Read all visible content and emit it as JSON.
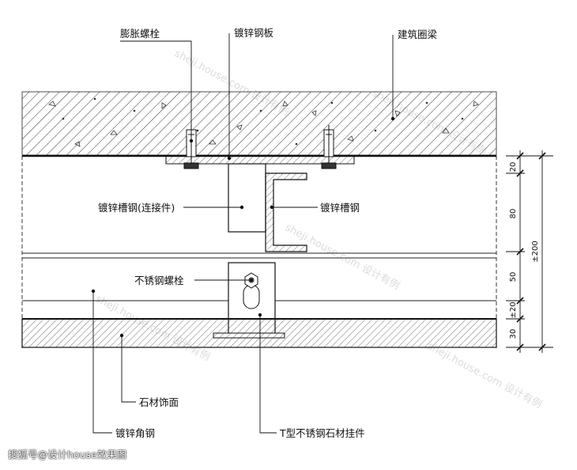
{
  "labels": {
    "expansion_bolt": "膨胀螺栓",
    "galv_plate": "镀锌钢板",
    "ring_beam": "建筑圈梁",
    "connector": "镀锌槽钢(连接件)",
    "channel": "镀锌槽钢",
    "ss_bolt": "不锈钢螺栓",
    "stone_face": "石材饰面",
    "angle_steel": "镀锌角钢",
    "t_hanger": "T型不锈钢石材挂件"
  },
  "dimensions": {
    "d1": "20",
    "d2": "80",
    "d3": "50",
    "d4": "±20",
    "d5": "30",
    "total": "±200"
  },
  "watermark": "sheji.house.com 设计有例",
  "footer": "搜狐号@设计house效果图"
}
